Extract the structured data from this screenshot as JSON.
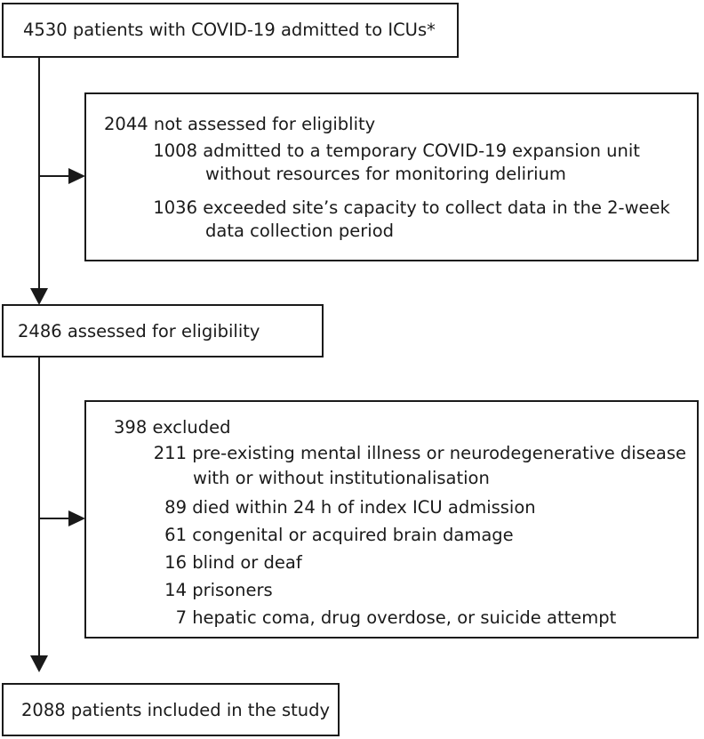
{
  "flowchart": {
    "total": {
      "count": "4530",
      "text": "patients with COVID-19 admitted to ICUs*"
    },
    "not_assessed": {
      "count": "2044",
      "text": "not assessed for eligiblity",
      "reasons": [
        {
          "count": "1008",
          "line1": "admitted to a temporary COVID-19 expansion unit",
          "line2": "without resources for monitoring delirium"
        },
        {
          "count": "1036",
          "line1": "exceeded site’s capacity to collect data in the 2-week",
          "line2": "data collection period"
        }
      ]
    },
    "assessed": {
      "count": "2486",
      "text": "assessed for eligibility"
    },
    "excluded": {
      "count": "398",
      "text": "excluded",
      "reasons": [
        {
          "count": "211",
          "line1": "pre-existing mental illness or neurodegenerative disease",
          "line2": "with or without institutionalisation"
        },
        {
          "count": "89",
          "line1": "died within 24 h of index ICU admission"
        },
        {
          "count": "61",
          "line1": "congenital or acquired brain damage"
        },
        {
          "count": "16",
          "line1": "blind or deaf"
        },
        {
          "count": "14",
          "line1": "prisoners"
        },
        {
          "count": "7",
          "line1": "hepatic coma, drug overdose, or suicide attempt"
        }
      ]
    },
    "included": {
      "count": "2088",
      "text": "patients included in the study"
    }
  }
}
